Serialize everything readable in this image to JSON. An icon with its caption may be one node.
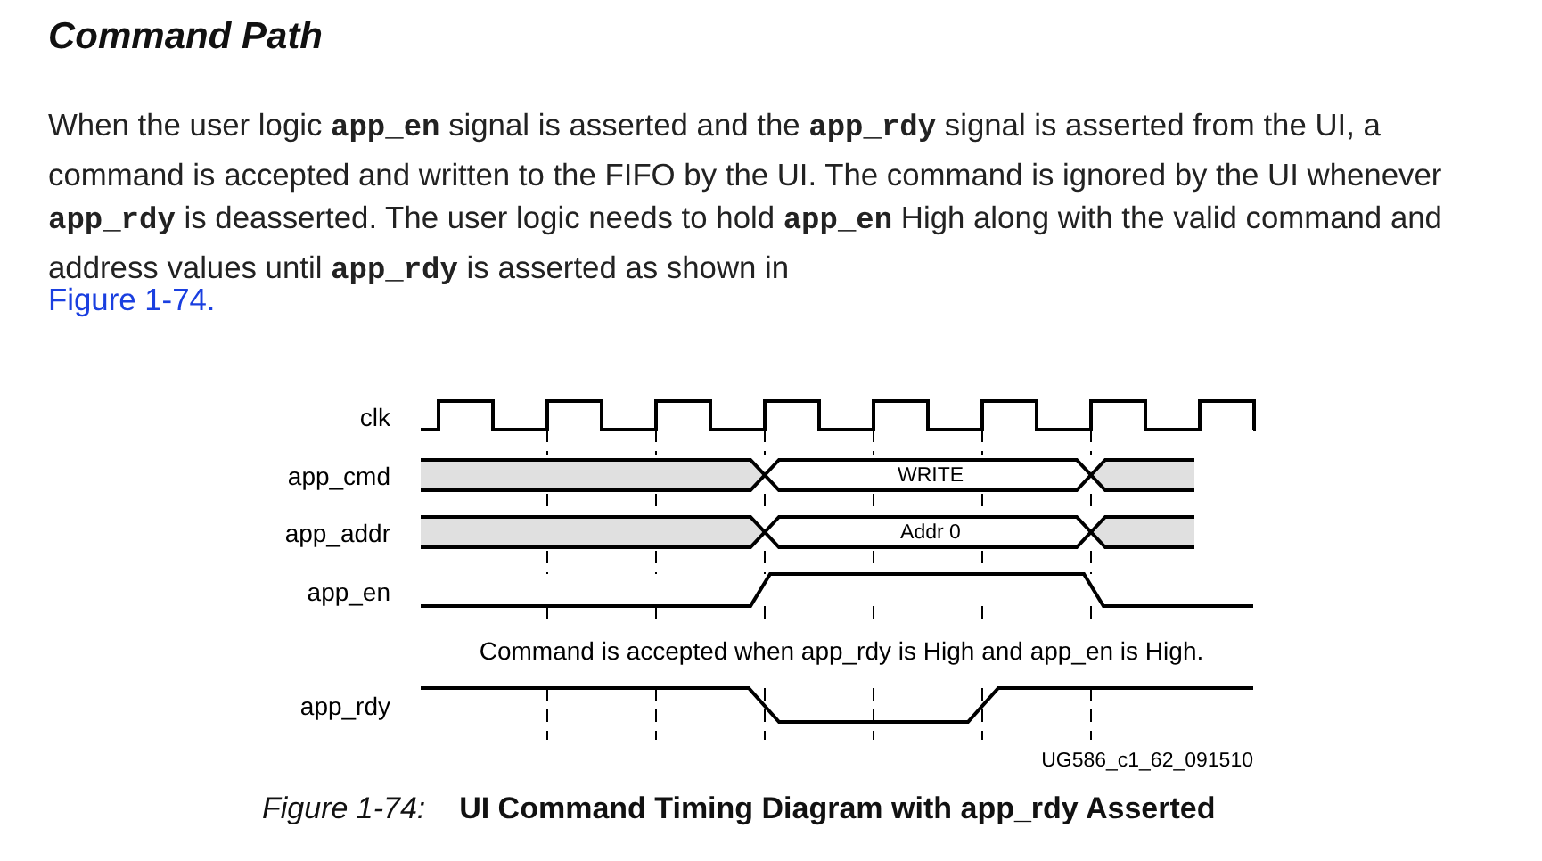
{
  "diagram": {
    "title": "Command Path",
    "labels": [
      "When the user logic **app_en** signal is asserted and the **app_rdy** signal is asserted from the UI, a command is accepted and written to the FIFO by the UI. The command is ignored by the UI whenever **app_rdy** is deasserted. The user logic needs to hold **app_en** High along with the valid command and address values until **app_rdy** is asserted as shown in",
      "Figure 1-74.",
      "clk",
      "app_cmd",
      "WRITE",
      "app_addr",
      "Addr 0",
      "app_en",
      "Command is accepted when app_rdy is High and app_en is High.",
      "app_rdy",
      "UG586_c1_62_091510"
    ],
    "caption": "*Figure 1-74:*    **UI Command Timing Diagram with app_rdy Asserted**"
  }
}
